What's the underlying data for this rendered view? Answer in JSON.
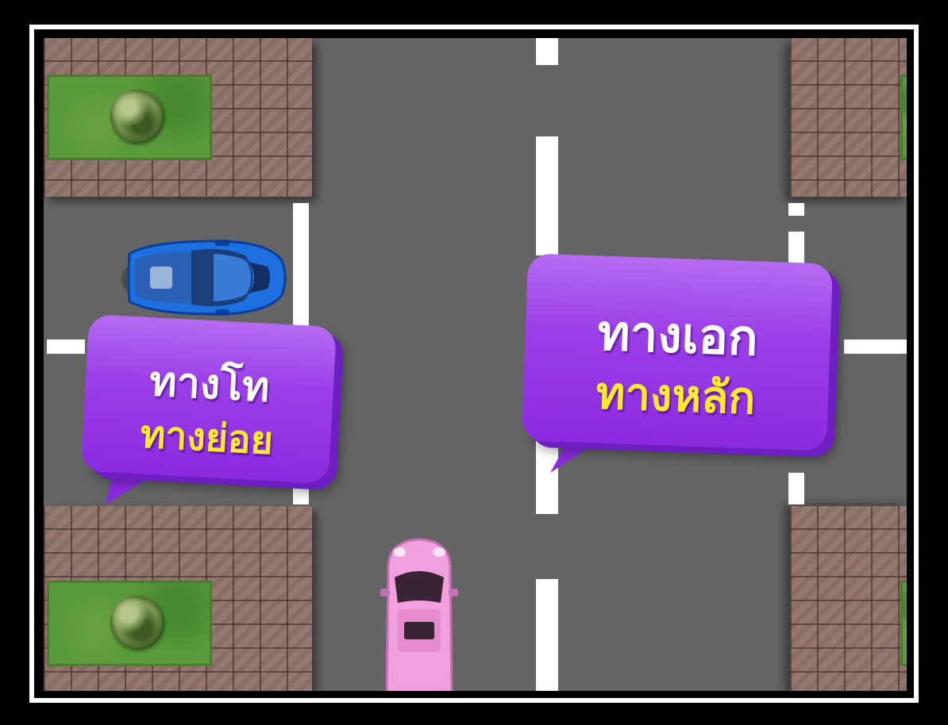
{
  "labels": {
    "minor_road_title": "ทางโท",
    "minor_road_subtitle": "ทางย่อย",
    "major_road_title": "ทางเอก",
    "major_road_subtitle": "ทางหลัก"
  },
  "colors": {
    "road": "#646464",
    "bubble": "#9b3fe8",
    "title_text": "#ffffff",
    "subtitle_text": "#ffea2e",
    "blue_car": "#1e6fe0",
    "pink_car": "#f0a0dc"
  },
  "icons": {
    "blue_car": "car-top-view-icon",
    "pink_car": "car-top-view-icon",
    "bush": "bush-icon"
  }
}
